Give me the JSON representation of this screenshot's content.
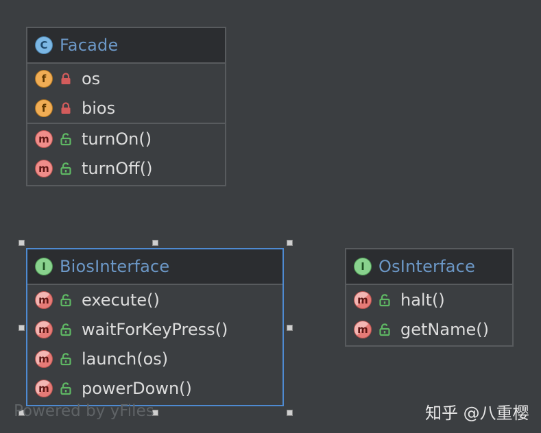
{
  "classes": {
    "facade": {
      "kind": "C",
      "name": "Facade",
      "fields": [
        {
          "kind": "f",
          "visibility": "private",
          "label": "os"
        },
        {
          "kind": "f",
          "visibility": "private",
          "label": "bios"
        }
      ],
      "methods": [
        {
          "kind": "m",
          "visibility": "public",
          "label": "turnOn()"
        },
        {
          "kind": "m",
          "visibility": "public",
          "label": "turnOff()"
        }
      ]
    },
    "bios_interface": {
      "kind": "I",
      "name": "BiosInterface",
      "selected": true,
      "methods": [
        {
          "kind": "m",
          "visibility": "public",
          "label": "execute()"
        },
        {
          "kind": "m",
          "visibility": "public",
          "label": "waitForKeyPress()"
        },
        {
          "kind": "m",
          "visibility": "public",
          "label": "launch(os)"
        },
        {
          "kind": "m",
          "visibility": "public",
          "label": "powerDown()"
        }
      ]
    },
    "os_interface": {
      "kind": "I",
      "name": "OsInterface",
      "methods": [
        {
          "kind": "m",
          "visibility": "public",
          "label": "halt()"
        },
        {
          "kind": "m",
          "visibility": "public",
          "label": "getName()"
        }
      ]
    }
  },
  "watermark": "Powered by yFiles",
  "credit": "知乎 @八重樱",
  "colors": {
    "background": "#3b3e41",
    "class_name": "#6c98c7",
    "selection": "#4e8ad1",
    "private_lock": "#d35c5c",
    "public_lock": "#5fb864"
  }
}
